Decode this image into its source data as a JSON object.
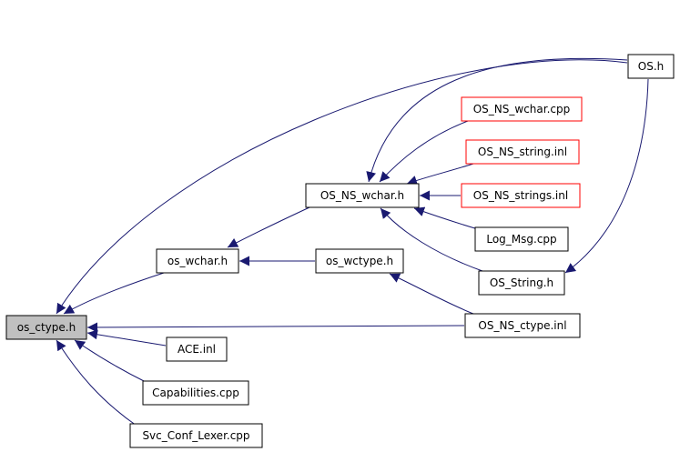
{
  "diagram": {
    "colors": {
      "node_border_default": "#000000",
      "node_border_highlight": "#ff0000",
      "node_fill_root": "#c0c0c0",
      "node_fill": "#ffffff",
      "edge": "#191970",
      "text": "#000000"
    },
    "nodes": [
      {
        "id": "os_ctype_h",
        "label": "os_ctype.h",
        "style": "root"
      },
      {
        "id": "os_wchar_h",
        "label": "os_wchar.h",
        "style": "default"
      },
      {
        "id": "OS_NS_wchar_h",
        "label": "OS_NS_wchar.h",
        "style": "default"
      },
      {
        "id": "OS_h",
        "label": "OS.h",
        "style": "default"
      },
      {
        "id": "OS_NS_wchar_cpp",
        "label": "OS_NS_wchar.cpp",
        "style": "highlight"
      },
      {
        "id": "OS_NS_string_inl",
        "label": "OS_NS_string.inl",
        "style": "highlight"
      },
      {
        "id": "OS_NS_strings_inl",
        "label": "OS_NS_strings.inl",
        "style": "highlight"
      },
      {
        "id": "Log_Msg_cpp",
        "label": "Log_Msg.cpp",
        "style": "default"
      },
      {
        "id": "OS_String_h",
        "label": "OS_String.h",
        "style": "default"
      },
      {
        "id": "os_wctype_h",
        "label": "os_wctype.h",
        "style": "default"
      },
      {
        "id": "OS_NS_ctype_inl",
        "label": "OS_NS_ctype.inl",
        "style": "default"
      },
      {
        "id": "ACE_inl",
        "label": "ACE.inl",
        "style": "default"
      },
      {
        "id": "Capabilities_cpp",
        "label": "Capabilities.cpp",
        "style": "default"
      },
      {
        "id": "Svc_Conf_Lexer_cpp",
        "label": "Svc_Conf_Lexer.cpp",
        "style": "default"
      }
    ],
    "edges": [
      {
        "from": "OS_h",
        "to": "os_ctype_h"
      },
      {
        "from": "os_wchar_h",
        "to": "os_ctype_h"
      },
      {
        "from": "OS_NS_ctype_inl",
        "to": "os_ctype_h"
      },
      {
        "from": "ACE_inl",
        "to": "os_ctype_h"
      },
      {
        "from": "Capabilities_cpp",
        "to": "os_ctype_h"
      },
      {
        "from": "Svc_Conf_Lexer_cpp",
        "to": "os_ctype_h"
      },
      {
        "from": "OS_NS_wchar_h",
        "to": "os_wchar_h"
      },
      {
        "from": "os_wctype_h",
        "to": "os_wchar_h"
      },
      {
        "from": "OS_h",
        "to": "OS_NS_wchar_h"
      },
      {
        "from": "OS_NS_wchar_cpp",
        "to": "OS_NS_wchar_h"
      },
      {
        "from": "OS_NS_string_inl",
        "to": "OS_NS_wchar_h"
      },
      {
        "from": "OS_NS_strings_inl",
        "to": "OS_NS_wchar_h"
      },
      {
        "from": "Log_Msg_cpp",
        "to": "OS_NS_wchar_h"
      },
      {
        "from": "OS_String_h",
        "to": "OS_NS_wchar_h"
      },
      {
        "from": "OS_NS_ctype_inl",
        "to": "os_wctype_h"
      },
      {
        "from": "OS_h",
        "to": "OS_String_h"
      }
    ]
  }
}
